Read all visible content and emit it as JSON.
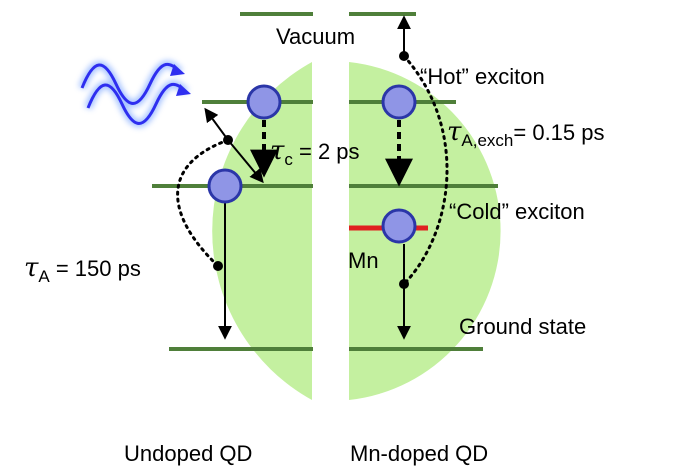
{
  "labels": {
    "vacuum": "Vacuum",
    "hot_exciton": "“Hot” exciton",
    "cold_exciton": "“Cold” exciton",
    "ground_state": "Ground state",
    "mn": "Mn",
    "undoped_qd": "Undoped QD",
    "mn_doped_qd": "Mn-doped QD"
  },
  "rates": {
    "tau_symbol": "τ",
    "tau_c_sub": "c",
    "tau_c_value": " = 2 ps",
    "tau_a_sub": "A",
    "tau_a_value": " = 150 ps",
    "tau_aexch_sub": "A,exch",
    "tau_aexch_value": "= 0.15 ps"
  },
  "colors": {
    "dot_fill": "#c4f0a0",
    "level_line": "#4f7f3a",
    "exciton_fill": "#8f95e6",
    "exciton_stroke": "#2b36a8",
    "mn_level": "#e02020",
    "light_wave": "#2e2ef0"
  },
  "icons": {
    "light_wave": "photon-wave-icon"
  }
}
